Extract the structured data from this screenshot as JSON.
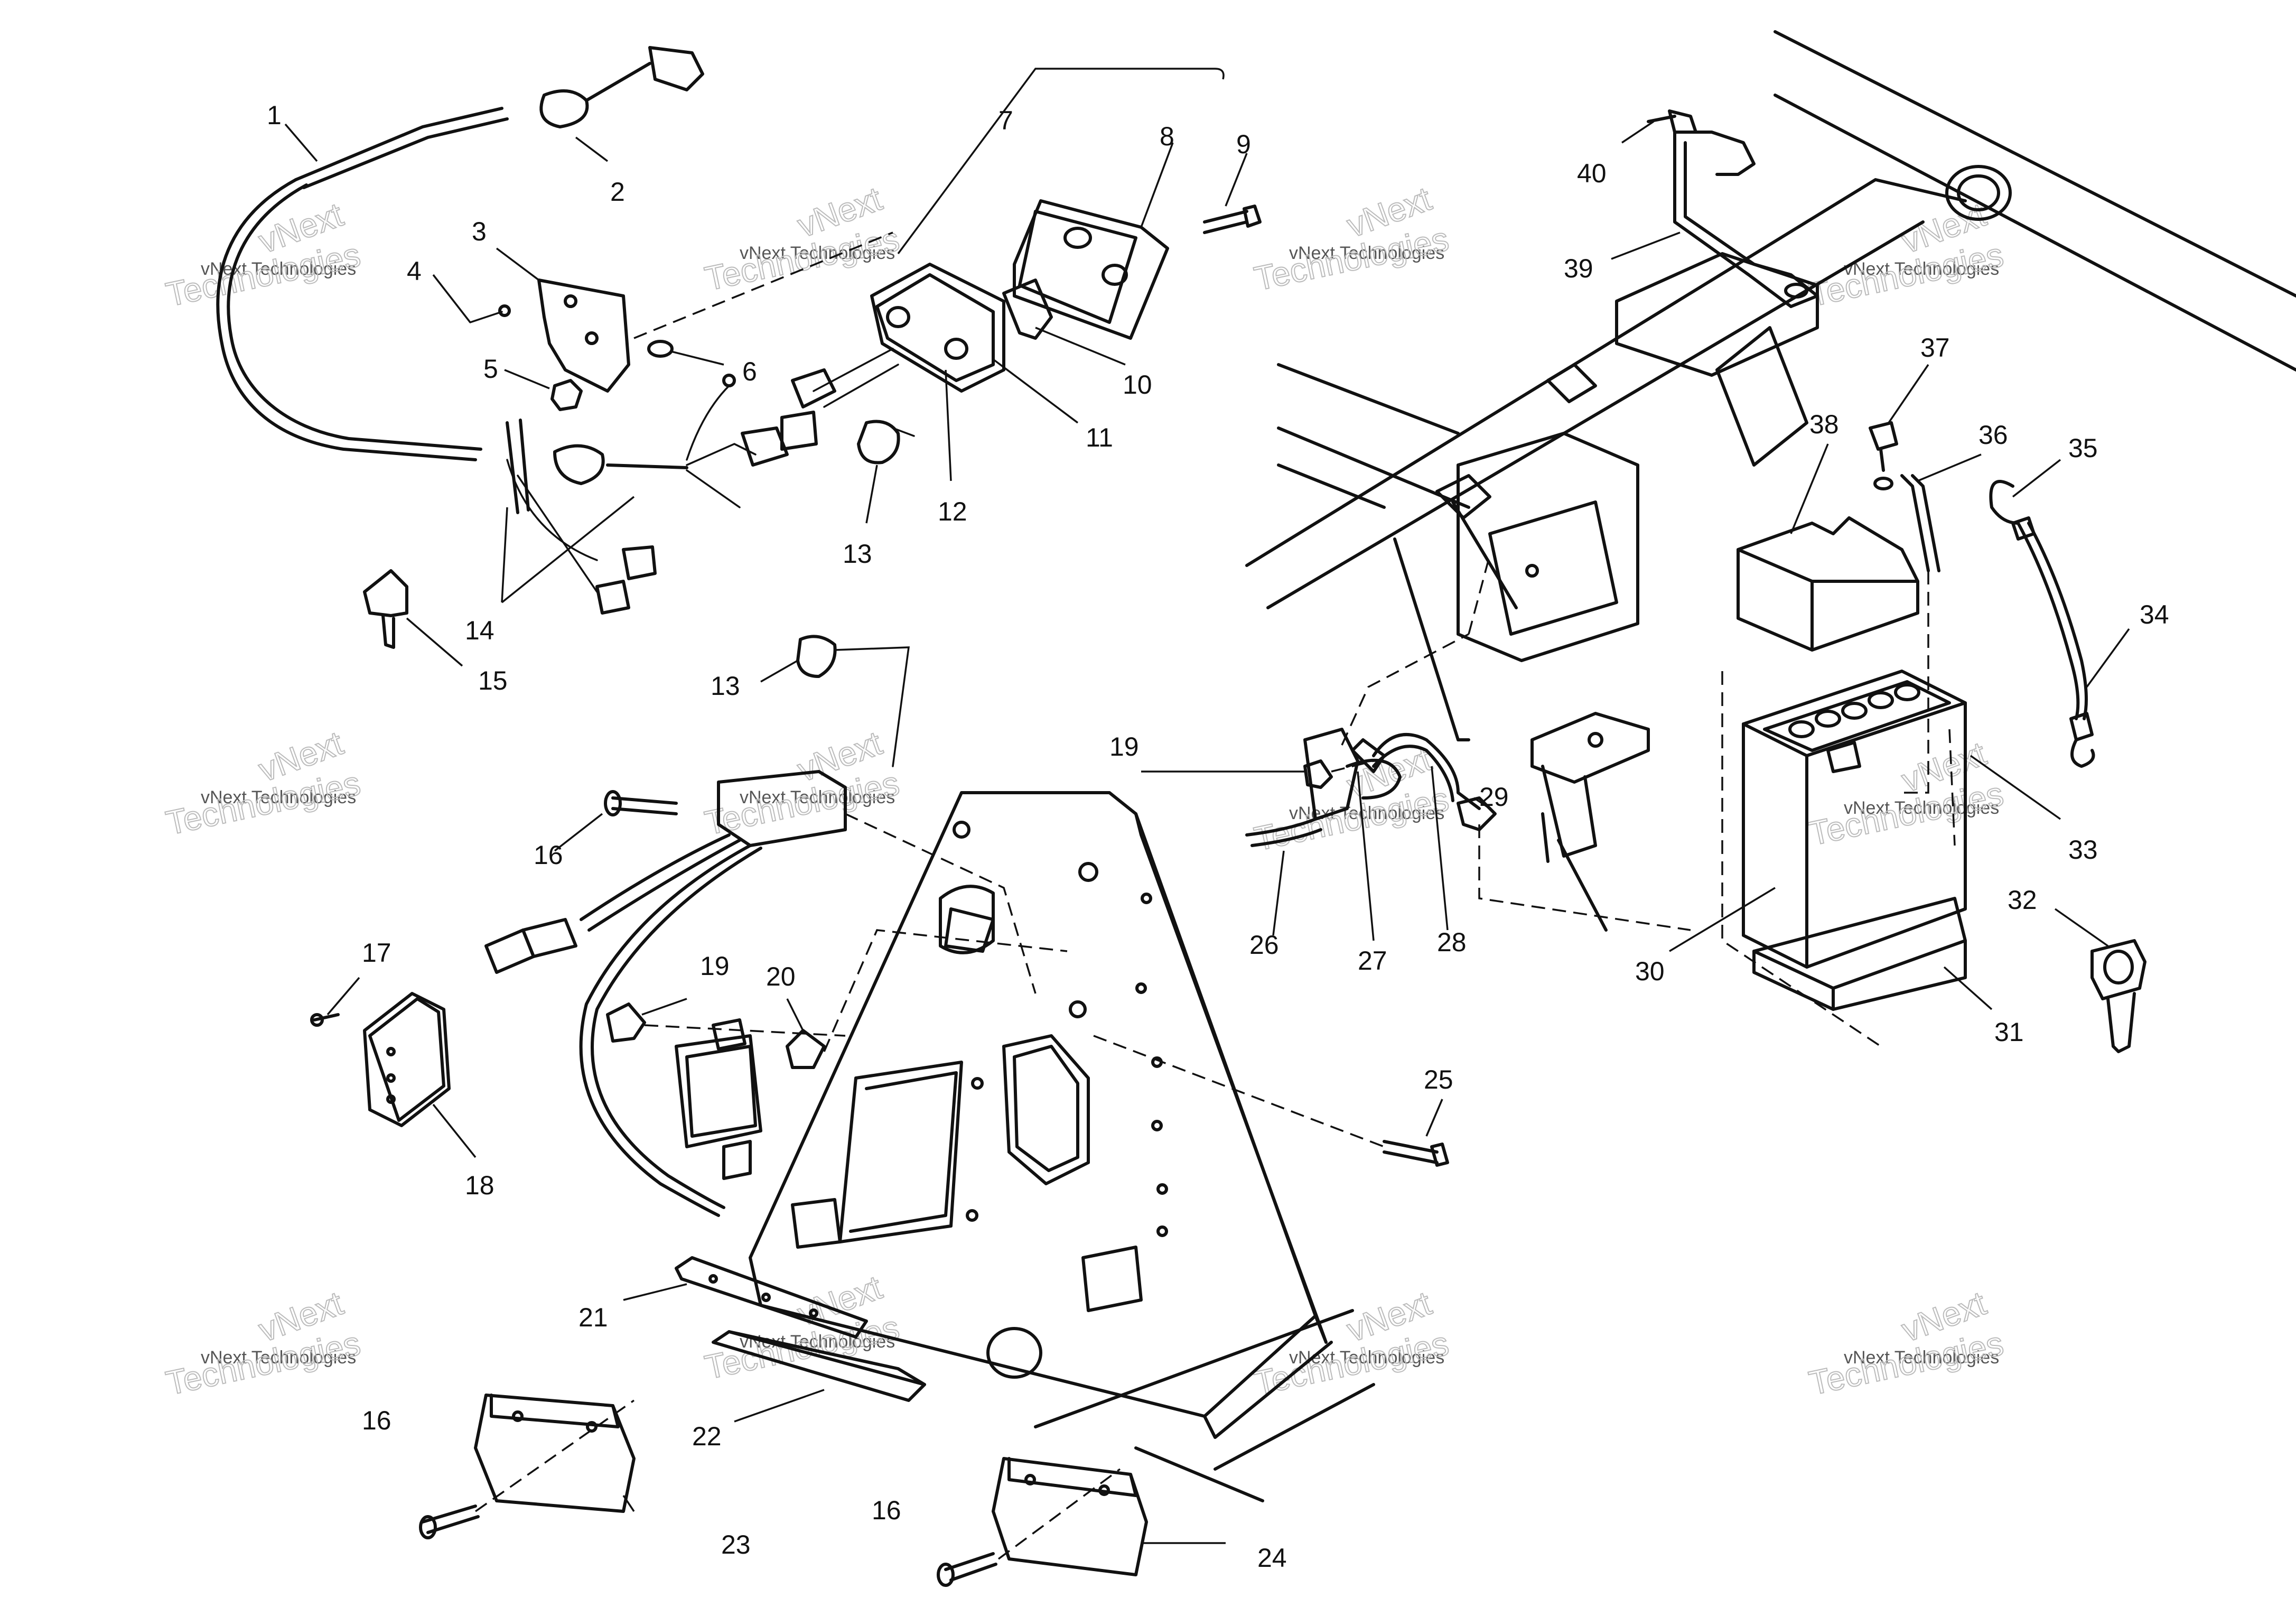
{
  "callouts": [
    {
      "n": "1"
    },
    {
      "n": "2"
    },
    {
      "n": "3"
    },
    {
      "n": "4"
    },
    {
      "n": "5"
    },
    {
      "n": "6"
    },
    {
      "n": "7"
    },
    {
      "n": "8"
    },
    {
      "n": "9"
    },
    {
      "n": "10"
    },
    {
      "n": "11"
    },
    {
      "n": "12"
    },
    {
      "n": "13"
    },
    {
      "n": "13"
    },
    {
      "n": "14"
    },
    {
      "n": "15"
    },
    {
      "n": "16"
    },
    {
      "n": "16"
    },
    {
      "n": "16"
    },
    {
      "n": "17"
    },
    {
      "n": "18"
    },
    {
      "n": "19"
    },
    {
      "n": "19"
    },
    {
      "n": "20"
    },
    {
      "n": "21"
    },
    {
      "n": "22"
    },
    {
      "n": "23"
    },
    {
      "n": "24"
    },
    {
      "n": "25"
    },
    {
      "n": "26"
    },
    {
      "n": "27"
    },
    {
      "n": "28"
    },
    {
      "n": "29"
    },
    {
      "n": "30"
    },
    {
      "n": "31"
    },
    {
      "n": "32"
    },
    {
      "n": "33"
    },
    {
      "n": "34"
    },
    {
      "n": "35"
    },
    {
      "n": "36"
    },
    {
      "n": "37"
    },
    {
      "n": "38"
    },
    {
      "n": "39"
    },
    {
      "n": "40"
    }
  ],
  "watermark": {
    "line1": "vNext",
    "line2": "vNext Technologies",
    "line3": "Technologies"
  }
}
